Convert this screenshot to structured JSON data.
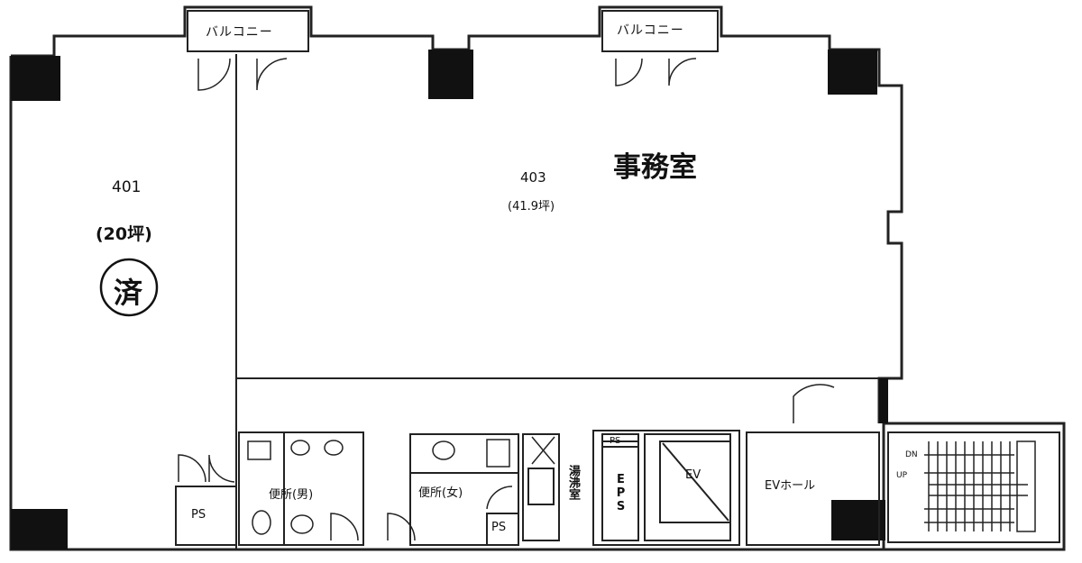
{
  "rooms": {
    "room401": {
      "number": "401",
      "area": "(20坪)",
      "stamp": "済"
    },
    "room403": {
      "number": "403",
      "area": "(41.9坪)",
      "name": "事務室"
    }
  },
  "balconies": {
    "left": "バルコニー",
    "right": "バルコニー"
  },
  "facilities": {
    "ps_left": "PS",
    "toilet_left": "便所(男)",
    "toilet_right": "便所(女)",
    "ps_right": "PS",
    "kitchen": "湯沸室",
    "eps": "EPS",
    "eps_small": "PS",
    "ev": "EV",
    "ev_hall": "EVホール",
    "stair_dn": "DN",
    "stair_up": "UP"
  },
  "colors": {
    "wall": "#111111",
    "line": "#222222",
    "background": "#ffffff"
  }
}
